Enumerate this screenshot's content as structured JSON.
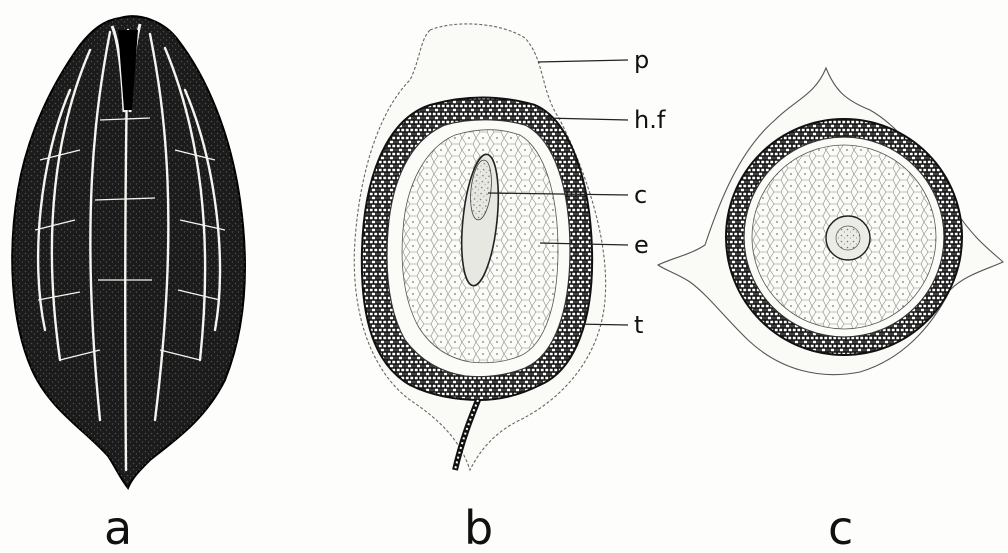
{
  "figure": {
    "panels": [
      {
        "letter": "a"
      },
      {
        "letter": "b"
      },
      {
        "letter": "c"
      }
    ],
    "callouts": [
      "p",
      "h.f",
      "c",
      "e",
      "t"
    ]
  },
  "colors": {
    "ink": "#111111",
    "paper": "#fdfdfb",
    "stipple": "#8a8a8a"
  }
}
